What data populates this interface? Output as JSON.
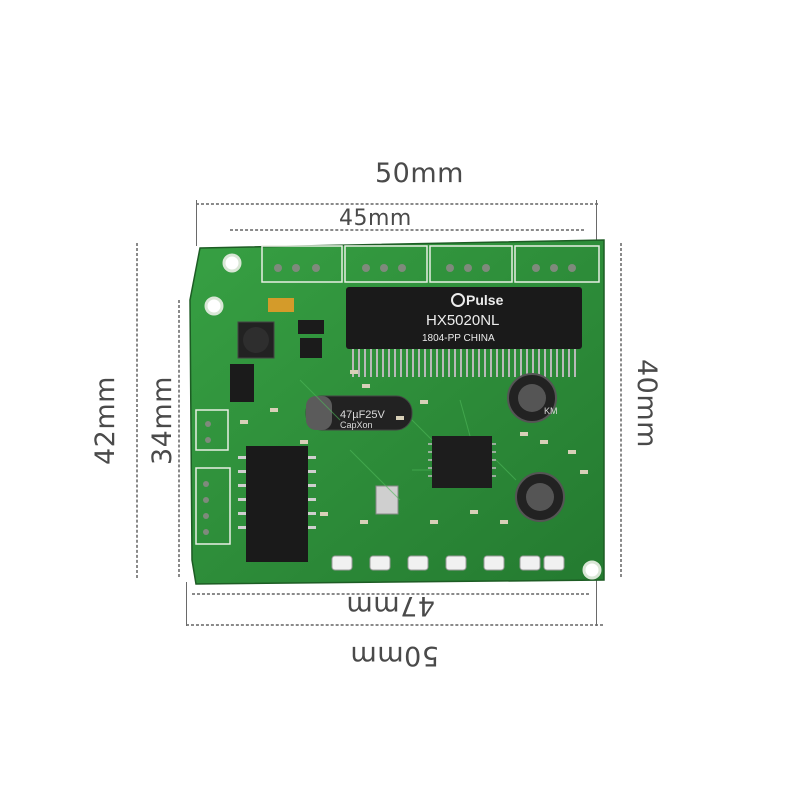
{
  "dimensions": {
    "top_outer": "50mm",
    "top_inner": "45mm",
    "left_outer": "42mm",
    "left_inner": "34mm",
    "right": "40mm",
    "bottom_inner": "47mm",
    "bottom_outer": "50mm"
  },
  "chip_labels": {
    "brand": "Pulse",
    "part": "HX5020NL",
    "code": "1804-PP  CHINA",
    "cap_left_a": "47µF25V",
    "cap_left_b": "CapXon",
    "cap_right": "KM"
  },
  "colors": {
    "pcb": "#2f8f3a",
    "pcb_dark": "#1f6e2a",
    "silkscreen": "#e8efe4",
    "chip": "#1a1a1a"
  }
}
